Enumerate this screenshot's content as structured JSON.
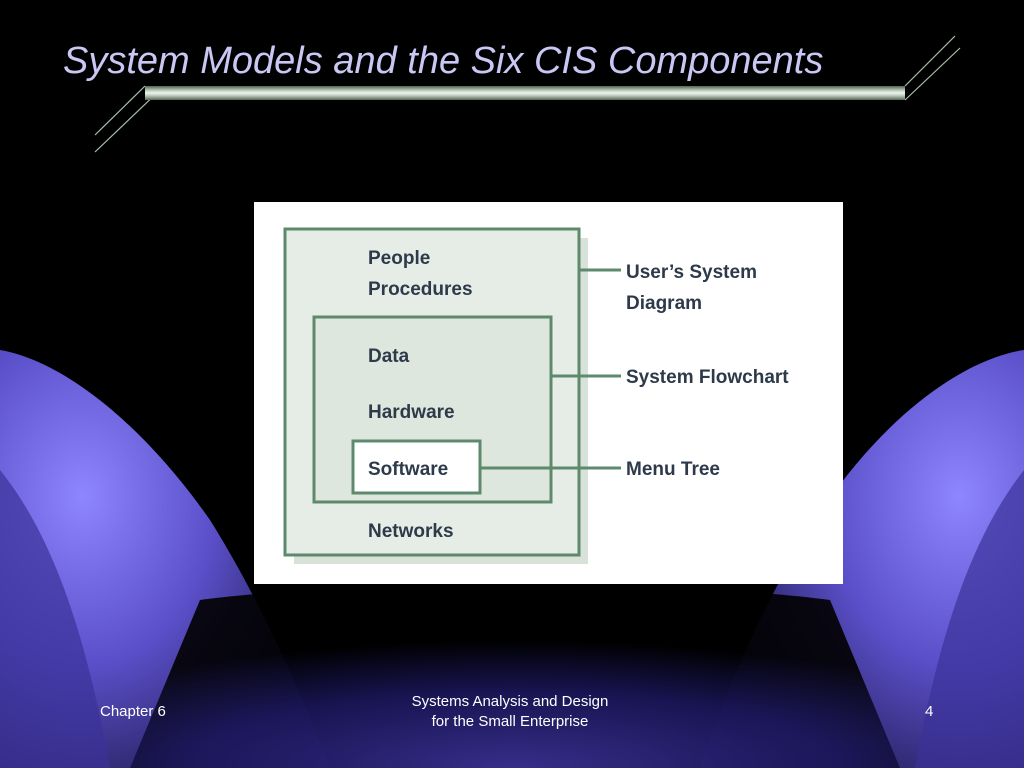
{
  "slide": {
    "title": "System Models and the Six CIS Components",
    "footer_left": "Chapter 6",
    "footer_center_line1": "Systems Analysis and Design",
    "footer_center_line2": "for the Small Enterprise",
    "footer_right": "4"
  },
  "diagram": {
    "components": [
      "People",
      "Procedures",
      "Data",
      "Hardware",
      "Software",
      "Networks"
    ],
    "models": {
      "users_system_diagram": [
        "User’s System",
        "Diagram"
      ],
      "system_flowchart": "System Flowchart",
      "menu_tree": "Menu Tree"
    }
  },
  "colors": {
    "background": "#000000",
    "title": "#c9c7f3",
    "swirl": "#6a5fd8",
    "diagram_frame": "#5d8a6c",
    "diagram_fill": "#e6ede6",
    "diagram_text": "#2e3a4a"
  }
}
